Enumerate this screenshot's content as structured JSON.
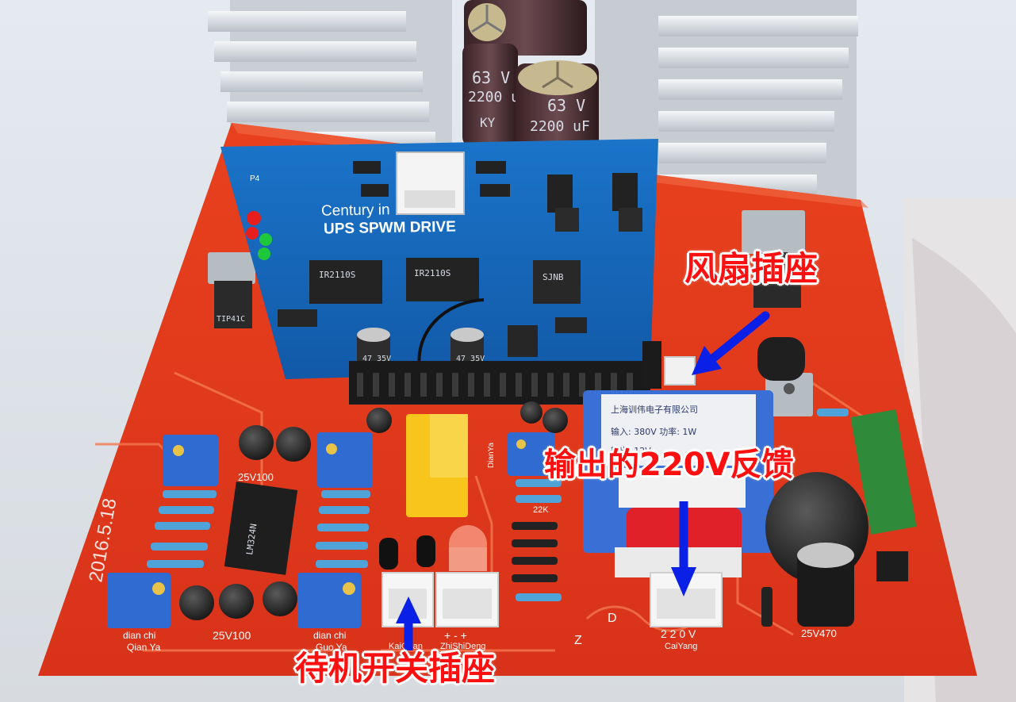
{
  "board": {
    "brand_line": "Century in",
    "product_line": "UPS SPWM DRIVE",
    "date_code": "2016.5.18"
  },
  "callouts": {
    "fan_socket": "风扇插座",
    "feedback": "输出的220V反馈",
    "standby_switch": "待机开关插座"
  },
  "capacitors": {
    "main_voltage": "63 V",
    "main_capacitance": "2200 uF",
    "main_brand": "KY",
    "small_rating": "47 35V"
  },
  "chips": {
    "driver_left": "IR2110S",
    "driver_right": "IR2110S",
    "mcu": "SJNB",
    "quad_ic": "LM324N"
  },
  "transformer": {
    "line1": "输入: 380V 功率: 1W",
    "line2": "输出: 12V",
    "maker": "上海训伟电子有限公司"
  },
  "silkscreen": {
    "left_cap_rating": "25V100",
    "bottom_cap_rating": "25V100",
    "right_cap_rating": "25V470",
    "dian_chi": "dian chi",
    "qian_ya": "Qian Ya",
    "guo_ya_top": "dian chi",
    "guo_ya": "Guo Ya",
    "dianya": "DianYa",
    "resistor_22k": "22K",
    "kaiguan": "KaiGuan",
    "zhishideng": "ZhiShiDeng",
    "polarity": "+ - +",
    "caiyang": "CaiYang",
    "v220": "2 2 0 V",
    "z_mark": "Z",
    "d_mark": "D",
    "p4": "P4",
    "tip": "TIP41C"
  },
  "colors": {
    "pcb_red": "#e8411e",
    "pcb_blue": "#1565b8",
    "arrow_blue": "#0a20e6",
    "callout_red": "#ff1010"
  }
}
